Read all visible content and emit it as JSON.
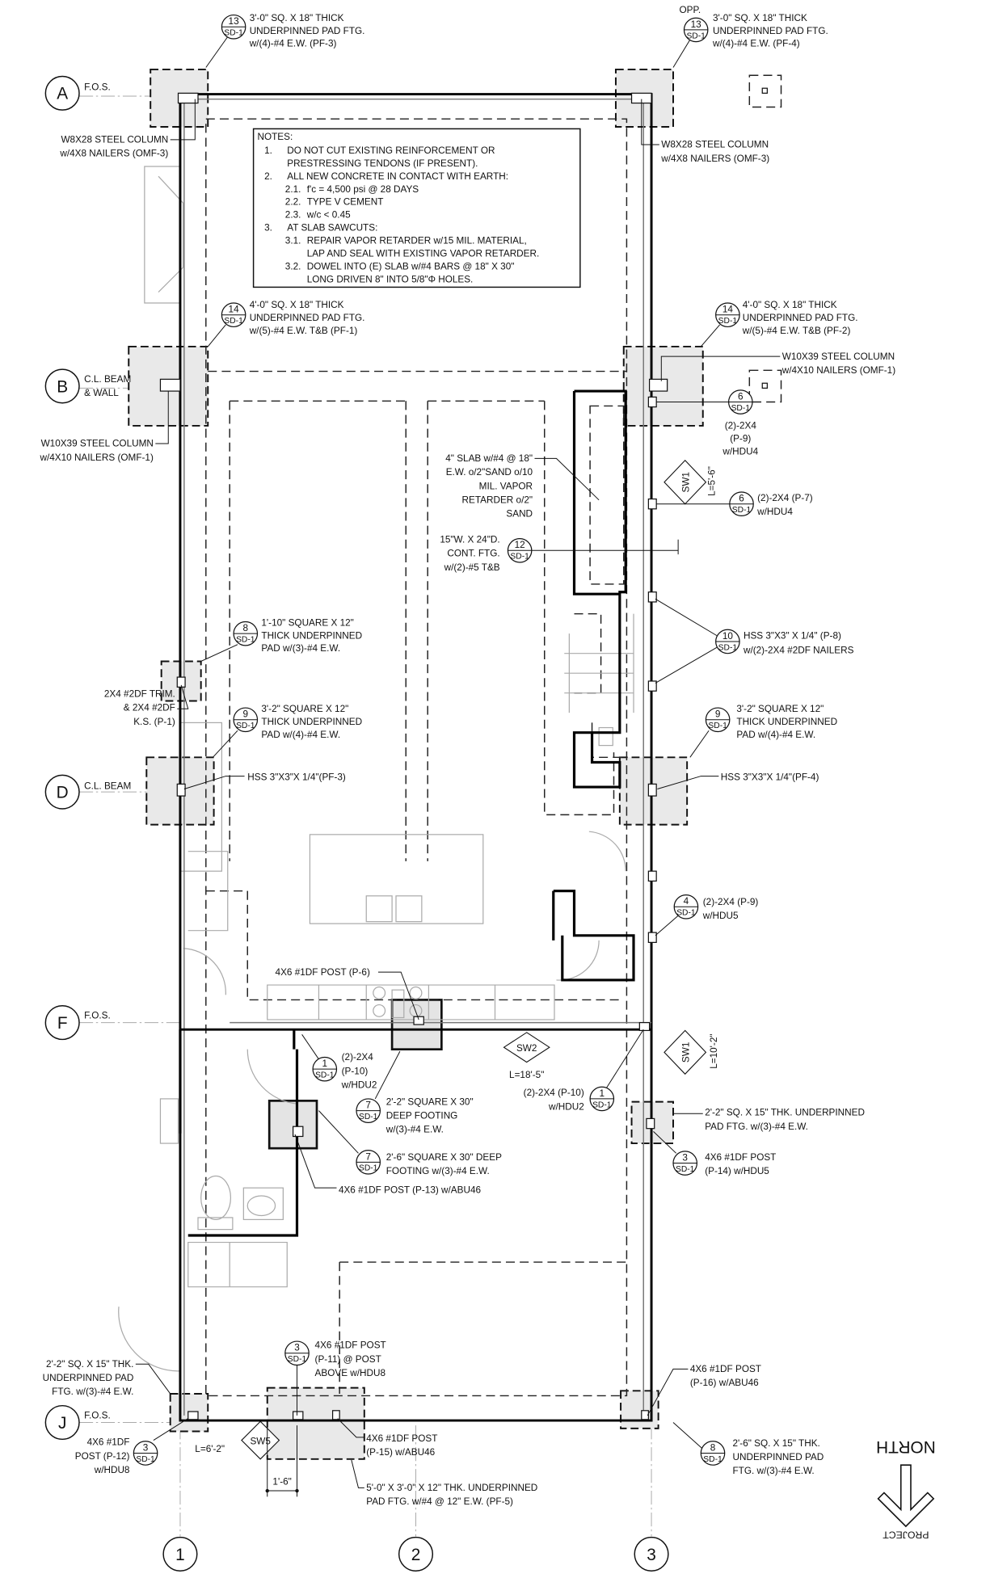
{
  "grid": {
    "rows": [
      {
        "id": "A",
        "label": [
          "F.O.S."
        ]
      },
      {
        "id": "B",
        "label": [
          "C.L. BEAM",
          "& WALL"
        ]
      },
      {
        "id": "D",
        "label": [
          "C.L. BEAM"
        ]
      },
      {
        "id": "F",
        "label": [
          "F.O.S."
        ]
      },
      {
        "id": "J",
        "label": [
          "F.O.S."
        ]
      }
    ],
    "columns": [
      "1",
      "2",
      "3"
    ]
  },
  "notes": {
    "heading": "NOTES:",
    "items": [
      {
        "num": "1.",
        "lines": [
          "DO NOT CUT EXISTING REINFORCEMENT OR",
          "PRESTRESSING TENDONS (IF PRESENT)."
        ]
      },
      {
        "num": "2.",
        "lines": [
          "ALL NEW CONCRETE IN CONTACT WITH EARTH:"
        ],
        "sub": [
          {
            "num": "2.1.",
            "lines": [
              "f'c = 4,500 psi @ 28 DAYS"
            ]
          },
          {
            "num": "2.2.",
            "lines": [
              "TYPE V CEMENT"
            ]
          },
          {
            "num": "2.3.",
            "lines": [
              "w/c < 0.45"
            ]
          }
        ]
      },
      {
        "num": "3.",
        "lines": [
          "AT SLAB SAWCUTS:"
        ],
        "sub": [
          {
            "num": "3.1.",
            "lines": [
              "REPAIR VAPOR RETARDER w/15 MIL. MATERIAL,",
              "LAP AND SEAL WITH EXISTING VAPOR RETARDER."
            ]
          },
          {
            "num": "3.2.",
            "lines": [
              "DOWEL INTO (E) SLAB w/#4 BARS @ 18\" X 30\"",
              "LONG DRIVEN 8\" INTO 5/8\"Φ HOLES."
            ]
          }
        ]
      }
    ]
  },
  "callouts": [
    {
      "ref": "13",
      "sheet": "SD-1",
      "lines": [
        "3'-0\" SQ. X 18\" THICK",
        "UNDERPINNED PAD FTG.",
        "w/(4)-#4 E.W. (PF-3)"
      ]
    },
    {
      "ref": "13",
      "sheet": "SD-1",
      "prefix": "OPP.",
      "lines": [
        "3'-0\" SQ. X 18\" THICK",
        "UNDERPINNED PAD FTG.",
        "w/(4)-#4 E.W. (PF-4)"
      ]
    },
    {
      "ref": "14",
      "sheet": "SD-1",
      "lines": [
        "4'-0\" SQ. X 18\" THICK",
        "UNDERPINNED PAD FTG.",
        "w/(5)-#4 E.W. T&B (PF-1)"
      ]
    },
    {
      "ref": "14",
      "sheet": "SD-1",
      "lines": [
        "4'-0\" SQ. X 18\" THICK",
        "UNDERPINNED PAD FTG.",
        "w/(5)-#4 E.W. T&B (PF-2)"
      ]
    },
    {
      "ref": "6",
      "sheet": "SD-1",
      "lines": [
        "(2)-2X4",
        "(P-9)",
        "w/HDU4"
      ]
    },
    {
      "ref": "6",
      "sheet": "SD-1",
      "lines": [
        "(2)-2X4 (P-7)",
        "w/HDU4"
      ]
    },
    {
      "ref": "12",
      "sheet": "SD-1",
      "lines": [
        "15\"W. X 24\"D.",
        "CONT. FTG.",
        "w/(2)-#5 T&B"
      ]
    },
    {
      "ref": "10",
      "sheet": "SD-1",
      "lines": [
        "HSS 3\"X3\" X 1/4\" (P-8)",
        "w/(2)-2X4 #2DF NAILERS"
      ]
    },
    {
      "ref": "8",
      "sheet": "SD-1",
      "lines": [
        "1'-10\" SQUARE X 12\"",
        "THICK UNDERPINNED",
        "PAD w/(3)-#4 E.W."
      ]
    },
    {
      "ref": "9",
      "sheet": "SD-1",
      "lines": [
        "3'-2\" SQUARE X 12\"",
        "THICK UNDERPINNED",
        "PAD w/(4)-#4 E.W."
      ]
    },
    {
      "ref": "9",
      "sheet": "SD-1",
      "lines": [
        "3'-2\" SQUARE X 12\"",
        "THICK UNDERPINNED",
        "PAD w/(4)-#4 E.W."
      ]
    },
    {
      "ref": "4",
      "sheet": "SD-1",
      "lines": [
        "(2)-2X4 (P-9)",
        "w/HDU5"
      ]
    },
    {
      "ref": "1",
      "sheet": "SD-1",
      "lines": [
        "(2)-2X4",
        "(P-10)",
        "w/HDU2"
      ]
    },
    {
      "ref": "7",
      "sheet": "SD-1",
      "lines": [
        "2'-2\" SQUARE X 30\"",
        "DEEP FOOTING",
        "w/(3)-#4 E.W."
      ]
    },
    {
      "ref": "1",
      "sheet": "SD-1",
      "lines": [
        "(2)-2X4 (P-10)",
        "w/HDU2"
      ]
    },
    {
      "ref": "3",
      "sheet": "SD-1",
      "lines": [
        "4X6 #1DF POST",
        "(P-14) w/HDU5"
      ]
    },
    {
      "ref": "7",
      "sheet": "SD-1",
      "lines": [
        "2'-6\" SQUARE X 30\" DEEP",
        "FOOTING w/(3)-#4 E.W."
      ]
    },
    {
      "ref": "3",
      "sheet": "SD-1",
      "lines": [
        "4X6 #1DF POST",
        "(P-11) @ POST",
        "ABOVE w/HDU8"
      ]
    },
    {
      "ref": "3",
      "sheet": "SD-1",
      "lines": [
        "4X6 #1DF",
        "POST (P-12)",
        "w/HDU8"
      ]
    },
    {
      "ref": "8",
      "sheet": "SD-1",
      "lines": [
        "2'-6\" SQ. X 15\" THK.",
        "UNDERPINNED PAD",
        "FTG. w/(3)-#4 E.W."
      ]
    }
  ],
  "labels": [
    {
      "lines": [
        "W8X28 STEEL COLUMN",
        "w/4X8 NAILERS (OMF-3)"
      ]
    },
    {
      "lines": [
        "W8X28 STEEL COLUMN",
        "w/4X8 NAILERS (OMF-3)"
      ]
    },
    {
      "lines": [
        "W10X39 STEEL COLUMN",
        "w/4X10 NAILERS (OMF-1)"
      ]
    },
    {
      "lines": [
        "W10X39 STEEL COLUMN",
        "w/4X10 NAILERS (OMF-1)"
      ]
    },
    {
      "lines": [
        "4\" SLAB w/#4 @ 18\"",
        "E.W. o/2\"SAND o/10",
        "MIL. VAPOR",
        "RETARDER o/2\"",
        "SAND"
      ]
    },
    {
      "lines": [
        "2X4 #2DF TRIM.",
        "& 2X4 #2DF",
        "K.S. (P-1)"
      ]
    },
    {
      "lines": [
        "HSS 3\"X3\"X 1/4\"(PF-3)"
      ]
    },
    {
      "lines": [
        "HSS 3\"X3\"X 1/4\"(PF-4)"
      ]
    },
    {
      "lines": [
        "4X6 #1DF POST (P-6)"
      ]
    },
    {
      "lines": [
        "2'-2\" SQ. X 15\" THK. UNDERPINNED",
        "PAD FTG. w/(3)-#4 E.W."
      ]
    },
    {
      "lines": [
        "4X6 #1DF POST (P-13) w/ABU46"
      ]
    },
    {
      "lines": [
        "2'-2\" SQ. X 15\" THK.",
        "UNDERPINNED PAD",
        "FTG. w/(3)-#4 E.W."
      ]
    },
    {
      "lines": [
        "4X6 #1DF POST",
        "(P-15) w/ABU46"
      ]
    },
    {
      "lines": [
        "5'-0\" X 3'-0\" X 12\" THK. UNDERPINNED",
        "PAD FTG. w/#4 @ 12\" E.W. (PF-5)"
      ]
    },
    {
      "lines": [
        "4X6 #1DF POST",
        "(P-16) w/ABU46"
      ]
    }
  ],
  "shear_walls": [
    {
      "tag": "SW1",
      "length": "L=5'-6\""
    },
    {
      "tag": "SW2",
      "length": "L=18'-5\""
    },
    {
      "tag": "SW1",
      "length": "L=10'-2\""
    },
    {
      "tag": "SW5",
      "length": "L=6'-2\""
    }
  ],
  "dimensions": [
    "1'-6\""
  ],
  "north_arrow": {
    "north": "NORTH",
    "project": "PROJECT"
  }
}
